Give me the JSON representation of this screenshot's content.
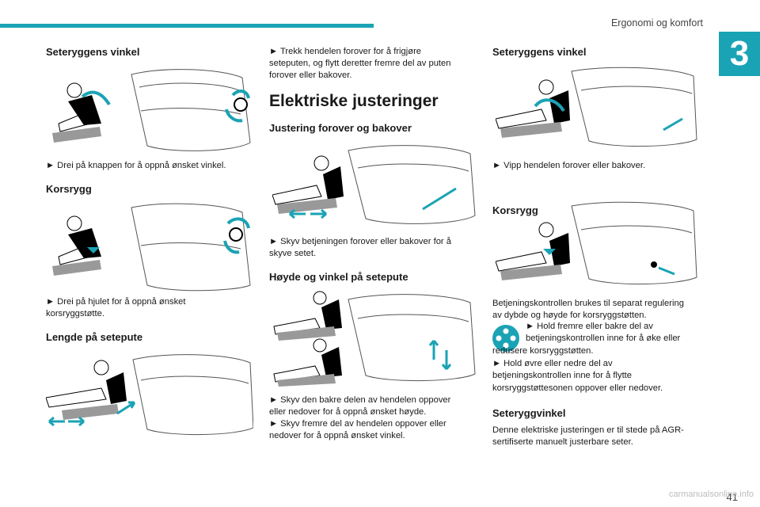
{
  "header": {
    "title": "Ergonomi og komfort",
    "chapter": "3"
  },
  "col1": {
    "h_angle": "Seteryggens vinkel",
    "p_angle": "► Drei på knappen for å oppnå ønsket vinkel.",
    "h_lumbar": "Korsrygg",
    "p_lumbar_1": "► Drei på hjulet for å oppnå ønsket",
    "p_lumbar_2": "korsryggstøtte.",
    "h_length": "Lengde på setepute"
  },
  "col2": {
    "p_intro_1": "► Trekk hendelen forover for å frigjøre",
    "p_intro_2": "seteputen, og flytt deretter fremre del av puten",
    "p_intro_3": "forover eller bakover.",
    "h_electric": "Elektriske justeringer",
    "h_fwd": "Justering forover og bakover",
    "p_fwd_1": "► Skyv betjeningen forover eller bakover for å",
    "p_fwd_2": "skyve setet.",
    "h_height": "Høyde og vinkel på setepute",
    "p_height_1": "► Skyv den bakre delen av hendelen oppover",
    "p_height_2": "eller nedover for å oppnå ønsket høyde.",
    "p_height_3": "► Skyv fremre del av hendelen oppover eller",
    "p_height_4": "nedover for å oppnå ønsket vinkel."
  },
  "col3": {
    "h_angle": "Seteryggens vinkel",
    "p_angle": "► Vipp hendelen forover eller bakover.",
    "h_lumbar": "Korsrygg",
    "p_ctrl_1": "Betjeningskontrollen brukes til separat regulering",
    "p_ctrl_2": "av dybde og høyde for korsryggstøtten.",
    "p_ctrl_3": "► Hold fremre eller bakre del av",
    "p_ctrl_4": "betjeningskontrollen inne for å øke eller",
    "p_ctrl_5": "redusere korsryggstøtten.",
    "p_ctrl_6": "► Hold øvre eller nedre del av",
    "p_ctrl_7": "betjeningskontrollen inne for å flytte",
    "p_ctrl_8": "korsryggstøttesonen oppover eller nedover.",
    "h_recline": "Seteryggvinkel",
    "p_recline_1": "Denne elektriske justeringen er til stede på AGR-",
    "p_recline_2": "sertifiserte manuelt justerbare seter."
  },
  "footer": {
    "page": "41",
    "watermark": "carmanualsonline.info"
  },
  "colors": {
    "accent": "#1aa3b5",
    "text": "#1a1a1a"
  }
}
